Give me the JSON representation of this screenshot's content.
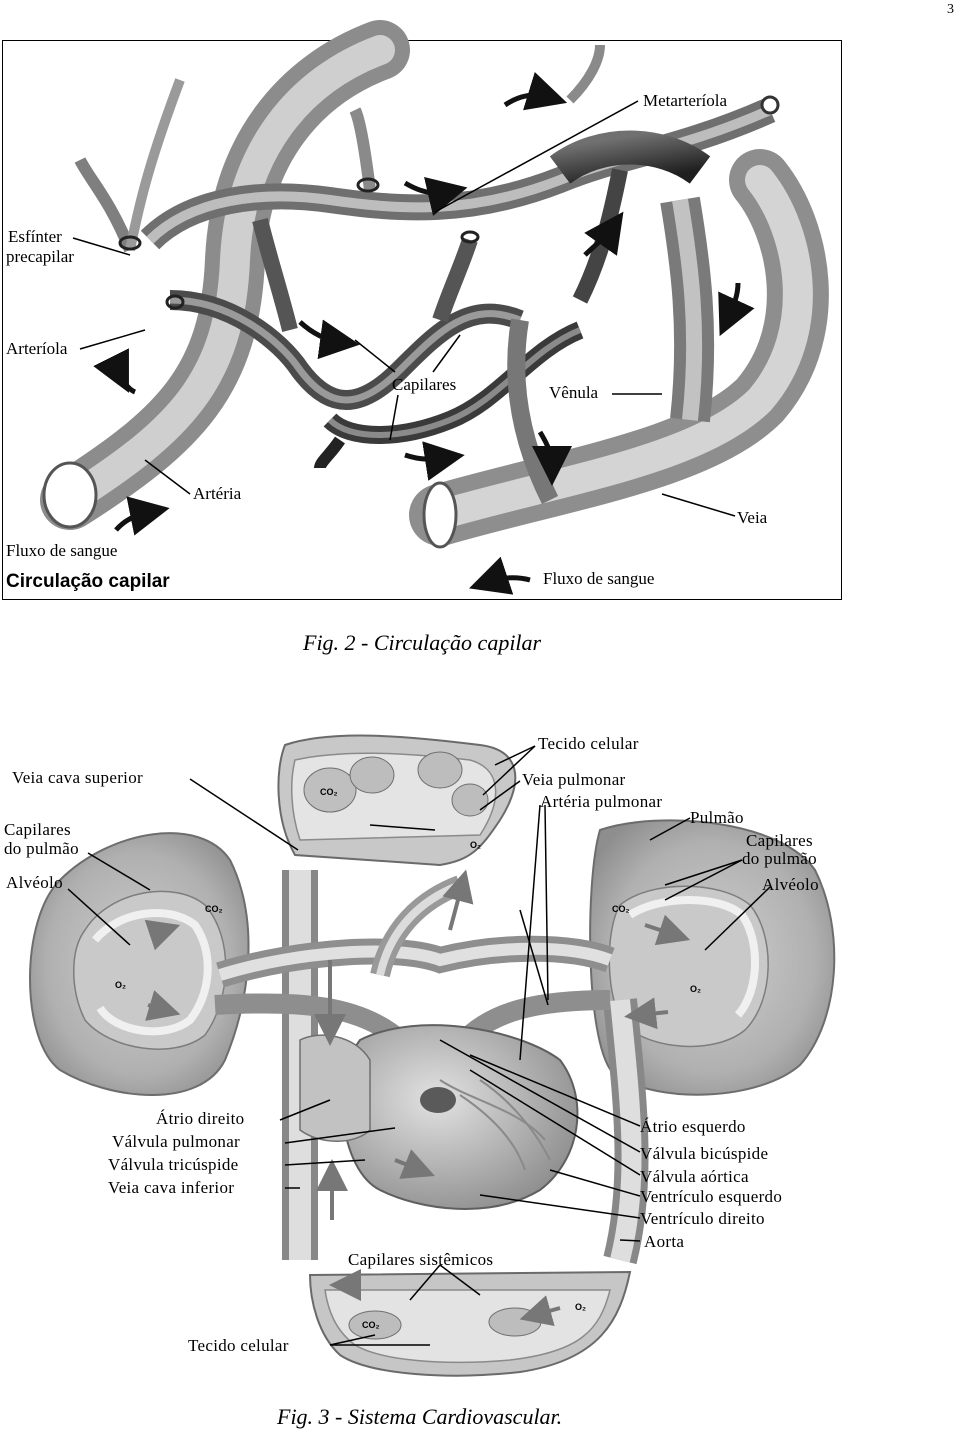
{
  "page_number": "3",
  "figure2": {
    "inner_title": "Circulação capilar",
    "caption": "Fig. 2 - Circulação capilar",
    "labels": {
      "metarteriola": "Metarteríola",
      "esfinter_line1": "Esfínter",
      "esfinter_line2": "precapilar",
      "arteriola": "Arteríola",
      "capilares": "Capilares",
      "venula": "Vênula",
      "arteria": "Artéria",
      "veia": "Veia",
      "fluxo_left": "Fluxo de sangue",
      "fluxo_right": "Fluxo de sangue"
    }
  },
  "figure3": {
    "caption": "Fig. 3 - Sistema Cardiovascular.",
    "labels": {
      "tecido_celular_top": "Tecido celular",
      "veia_cava_superior": "Veia cava superior",
      "veia_pulmonar": "Veia pulmonar",
      "arteria_pulmonar": "Artéria pulmonar",
      "pulmao": "Pulmão",
      "capilares_pulmao_left_1": "Capilares",
      "capilares_pulmao_left_2": "do pulmão",
      "capilares_pulmao_right_1": "Capilares",
      "capilares_pulmao_right_2": "do pulmão",
      "alveolo_left": "Alvéolo",
      "alveolo_right": "Alvéolo",
      "atrio_direito": "Átrio direito",
      "valvula_pulmonar": "Válvula pulmonar",
      "valvula_tricuspide": "Válvula tricúspide",
      "veia_cava_inferior": "Veia cava inferior",
      "atrio_esquerdo": "Átrio esquerdo",
      "valvula_bicuspide": "Válvula bicúspide",
      "valvula_aortica": "Válvula aórtica",
      "ventriculo_esquerdo": "Ventrículo esquerdo",
      "ventriculo_direito": "Ventrículo direito",
      "aorta": "Aorta",
      "capilares_sistemicos": "Capilares sistêmicos",
      "tecido_celular_bottom": "Tecido celular"
    },
    "gas_labels": {
      "co2": "CO₂",
      "o2": "O₂"
    }
  }
}
